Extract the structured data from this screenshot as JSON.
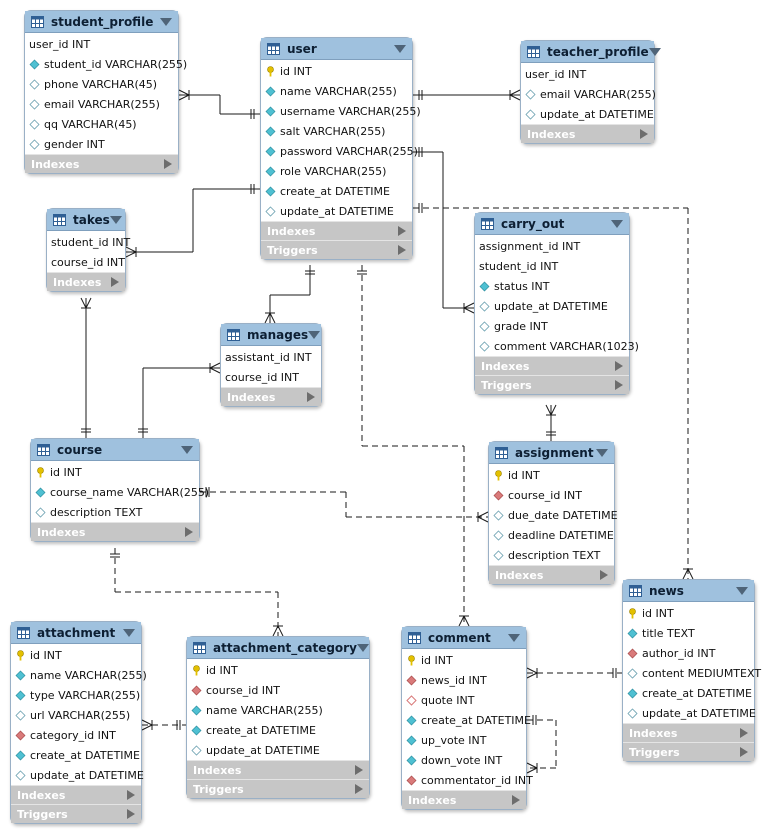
{
  "tables": [
    {
      "id": "student_profile",
      "name": "student_profile",
      "cols": [
        {
          "t": "user_id INT",
          "k": "none"
        },
        {
          "t": "student_id VARCHAR(255)",
          "k": "nn"
        },
        {
          "t": "phone VARCHAR(45)",
          "k": "null"
        },
        {
          "t": "email VARCHAR(255)",
          "k": "null"
        },
        {
          "t": "qq VARCHAR(45)",
          "k": "null"
        },
        {
          "t": "gender INT",
          "k": "null"
        }
      ],
      "sections": [
        "Indexes"
      ]
    },
    {
      "id": "user",
      "name": "user",
      "cols": [
        {
          "t": "id INT",
          "k": "pk"
        },
        {
          "t": "name VARCHAR(255)",
          "k": "nn"
        },
        {
          "t": "username VARCHAR(255)",
          "k": "nn"
        },
        {
          "t": "salt VARCHAR(255)",
          "k": "nn"
        },
        {
          "t": "password VARCHAR(255)",
          "k": "nn"
        },
        {
          "t": "role VARCHAR(255)",
          "k": "nn"
        },
        {
          "t": "create_at DATETIME",
          "k": "nn"
        },
        {
          "t": "update_at DATETIME",
          "k": "null"
        }
      ],
      "sections": [
        "Indexes",
        "Triggers"
      ]
    },
    {
      "id": "teacher_profile",
      "name": "teacher_profile",
      "cols": [
        {
          "t": "user_id INT",
          "k": "none"
        },
        {
          "t": "email VARCHAR(255)",
          "k": "null"
        },
        {
          "t": "update_at DATETIME",
          "k": "null"
        }
      ],
      "sections": [
        "Indexes"
      ]
    },
    {
      "id": "takes",
      "name": "takes",
      "cols": [
        {
          "t": "student_id INT",
          "k": "none"
        },
        {
          "t": "course_id INT",
          "k": "none"
        }
      ],
      "sections": [
        "Indexes"
      ]
    },
    {
      "id": "carry_out",
      "name": "carry_out",
      "cols": [
        {
          "t": "assignment_id INT",
          "k": "none"
        },
        {
          "t": "student_id INT",
          "k": "none"
        },
        {
          "t": "status INT",
          "k": "nn"
        },
        {
          "t": "update_at DATETIME",
          "k": "null"
        },
        {
          "t": "grade INT",
          "k": "null"
        },
        {
          "t": "comment VARCHAR(1023)",
          "k": "null"
        }
      ],
      "sections": [
        "Indexes",
        "Triggers"
      ]
    },
    {
      "id": "manages",
      "name": "manages",
      "cols": [
        {
          "t": "assistant_id INT",
          "k": "none"
        },
        {
          "t": "course_id INT",
          "k": "none"
        }
      ],
      "sections": [
        "Indexes"
      ]
    },
    {
      "id": "course",
      "name": "course",
      "cols": [
        {
          "t": "id INT",
          "k": "pk"
        },
        {
          "t": "course_name VARCHAR(255)",
          "k": "nn"
        },
        {
          "t": "description TEXT",
          "k": "null"
        }
      ],
      "sections": [
        "Indexes"
      ]
    },
    {
      "id": "assignment",
      "name": "assignment",
      "cols": [
        {
          "t": "id INT",
          "k": "pk"
        },
        {
          "t": "course_id INT",
          "k": "fk"
        },
        {
          "t": "due_date DATETIME",
          "k": "null"
        },
        {
          "t": "deadline DATETIME",
          "k": "null"
        },
        {
          "t": "description TEXT",
          "k": "null"
        }
      ],
      "sections": [
        "Indexes"
      ]
    },
    {
      "id": "news",
      "name": "news",
      "cols": [
        {
          "t": "id INT",
          "k": "pk"
        },
        {
          "t": "title TEXT",
          "k": "nn"
        },
        {
          "t": "author_id INT",
          "k": "fk"
        },
        {
          "t": "content MEDIUMTEXT",
          "k": "null"
        },
        {
          "t": "create_at DATETIME",
          "k": "nn"
        },
        {
          "t": "update_at DATETIME",
          "k": "null"
        }
      ],
      "sections": [
        "Indexes",
        "Triggers"
      ]
    },
    {
      "id": "attachment",
      "name": "attachment",
      "cols": [
        {
          "t": "id INT",
          "k": "pk"
        },
        {
          "t": "name VARCHAR(255)",
          "k": "nn"
        },
        {
          "t": "type VARCHAR(255)",
          "k": "nn"
        },
        {
          "t": "url VARCHAR(255)",
          "k": "null"
        },
        {
          "t": "category_id INT",
          "k": "fk"
        },
        {
          "t": "create_at DATETIME",
          "k": "nn"
        },
        {
          "t": "update_at DATETIME",
          "k": "null"
        }
      ],
      "sections": [
        "Indexes",
        "Triggers"
      ]
    },
    {
      "id": "attachment_category",
      "name": "attachment_category",
      "cols": [
        {
          "t": "id INT",
          "k": "pk"
        },
        {
          "t": "course_id INT",
          "k": "fk"
        },
        {
          "t": "name VARCHAR(255)",
          "k": "nn"
        },
        {
          "t": "create_at DATETIME",
          "k": "nn"
        },
        {
          "t": "update_at DATETIME",
          "k": "null"
        }
      ],
      "sections": [
        "Indexes",
        "Triggers"
      ]
    },
    {
      "id": "comment",
      "name": "comment",
      "cols": [
        {
          "t": "id INT",
          "k": "pk"
        },
        {
          "t": "news_id INT",
          "k": "fk"
        },
        {
          "t": "quote INT",
          "k": "fkn"
        },
        {
          "t": "create_at DATETIME",
          "k": "nn"
        },
        {
          "t": "up_vote INT",
          "k": "nn"
        },
        {
          "t": "down_vote INT",
          "k": "nn"
        },
        {
          "t": "commentator_id INT",
          "k": "fk"
        }
      ],
      "sections": [
        "Indexes"
      ]
    }
  ],
  "relationships": [
    {
      "from": "student_profile",
      "to": "user",
      "style": "solid"
    },
    {
      "from": "user",
      "to": "teacher_profile",
      "style": "solid"
    },
    {
      "from": "user",
      "to": "takes",
      "style": "solid"
    },
    {
      "from": "user",
      "to": "carry_out",
      "style": "solid"
    },
    {
      "from": "user",
      "to": "manages",
      "style": "solid"
    },
    {
      "from": "user",
      "to": "news",
      "style": "dashed"
    },
    {
      "from": "user",
      "to": "comment",
      "style": "dashed"
    },
    {
      "from": "takes",
      "to": "course",
      "style": "solid"
    },
    {
      "from": "manages",
      "to": "course",
      "style": "solid"
    },
    {
      "from": "course",
      "to": "assignment",
      "style": "dashed"
    },
    {
      "from": "course",
      "to": "attachment_category",
      "style": "dashed"
    },
    {
      "from": "carry_out",
      "to": "assignment",
      "style": "solid"
    },
    {
      "from": "attachment",
      "to": "attachment_category",
      "style": "dashed"
    },
    {
      "from": "comment",
      "to": "news",
      "style": "dashed"
    },
    {
      "from": "comment",
      "to": "comment",
      "style": "dashed"
    }
  ],
  "colors": {
    "header": "#9fc1de",
    "section": "#c6c6c6",
    "line": "#1a1a1a",
    "pk": "#e3c000",
    "nn": "#4fc0d2",
    "fk": "#d97a7a"
  }
}
